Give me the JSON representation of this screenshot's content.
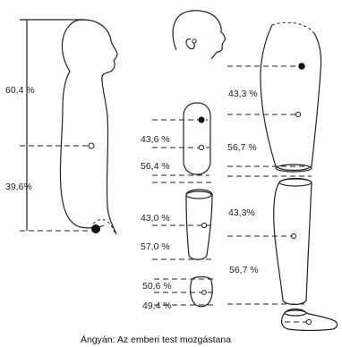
{
  "trunk": {
    "upper_pct": "60,4 %",
    "lower_pct": "39,6%"
  },
  "upper_arm": {
    "upper_pct": "43,6 %",
    "lower_pct": "56,4 %"
  },
  "forearm": {
    "upper_pct": "43,0 %",
    "lower_pct": "57,0 %"
  },
  "hand": {
    "upper_pct": "50,6 %",
    "lower_pct": "49,4 %"
  },
  "thigh": {
    "upper_pct": "43,3 %",
    "lower_pct": "56,7 %"
  },
  "shank": {
    "upper_pct": "43,3%",
    "lower_pct": "56,7 %"
  },
  "caption": "Ángyán: Az emberi test mozgástana"
}
